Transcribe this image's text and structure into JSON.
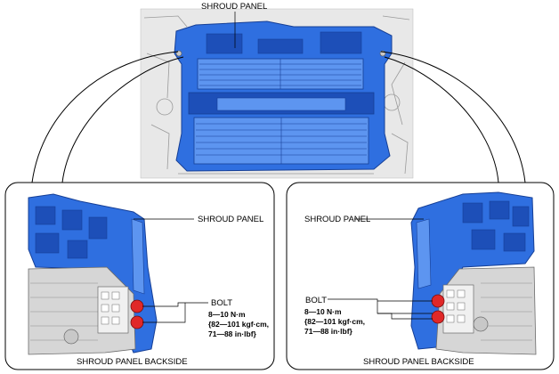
{
  "top_view": {
    "label": "SHROUD PANEL"
  },
  "left_detail": {
    "panel_label": "SHROUD PANEL",
    "bolt_label": "BOLT",
    "torque_line1": "8—10 N·m",
    "torque_line2": "{82—101 kgf·cm,",
    "torque_line3": "71—88 in·lbf}",
    "caption": "SHROUD PANEL BACKSIDE"
  },
  "right_detail": {
    "panel_label": "SHROUD PANEL",
    "bolt_label": "BOLT",
    "torque_line1": "8—10 N·m",
    "torque_line2": "{82—101 kgf·cm,",
    "torque_line3": "71—88 in·lbf}",
    "caption": "SHROUD PANEL BACKSIDE"
  },
  "colors": {
    "panel_blue": "#2f6fe0",
    "panel_dark": "#1d4fb8",
    "panel_light": "#5d95f0",
    "bolt_red": "#e02828",
    "metal_gray": "#c8c8c8"
  }
}
